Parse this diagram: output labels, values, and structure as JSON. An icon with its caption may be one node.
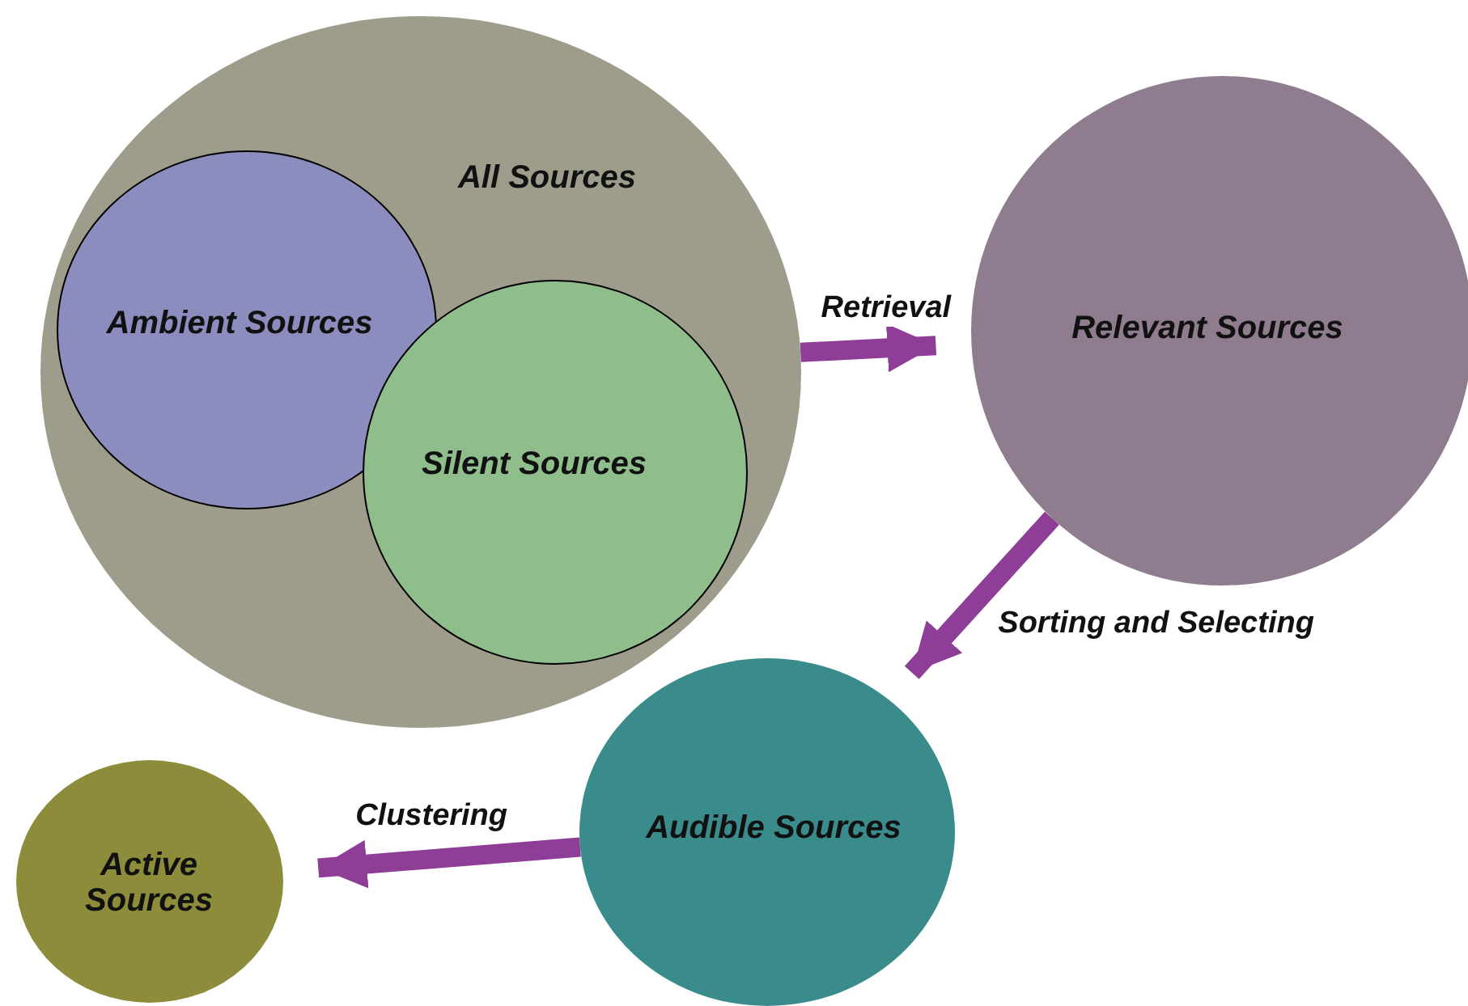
{
  "diagram": {
    "nodes": [
      {
        "text": [
          "All Sources"
        ]
      },
      {
        "text": [
          "Ambient Sources"
        ],
        "in": 0
      },
      {
        "text": [
          "Silent Sources"
        ],
        "in": 0
      },
      {
        "text": [
          "Relevant Sources"
        ]
      },
      {
        "text": [
          "Audible Sources"
        ]
      },
      {
        "text": [
          "Active Sources"
        ]
      }
    ],
    "edges": [
      {
        "from": 0,
        "to": 3,
        "arrow": "to",
        "label": "Retrieval"
      },
      {
        "from": 3,
        "to": 4,
        "arrow": "to",
        "label": "Sorting and Selecting"
      },
      {
        "from": 4,
        "to": 5,
        "arrow": "to",
        "label": "Clustering"
      }
    ]
  }
}
